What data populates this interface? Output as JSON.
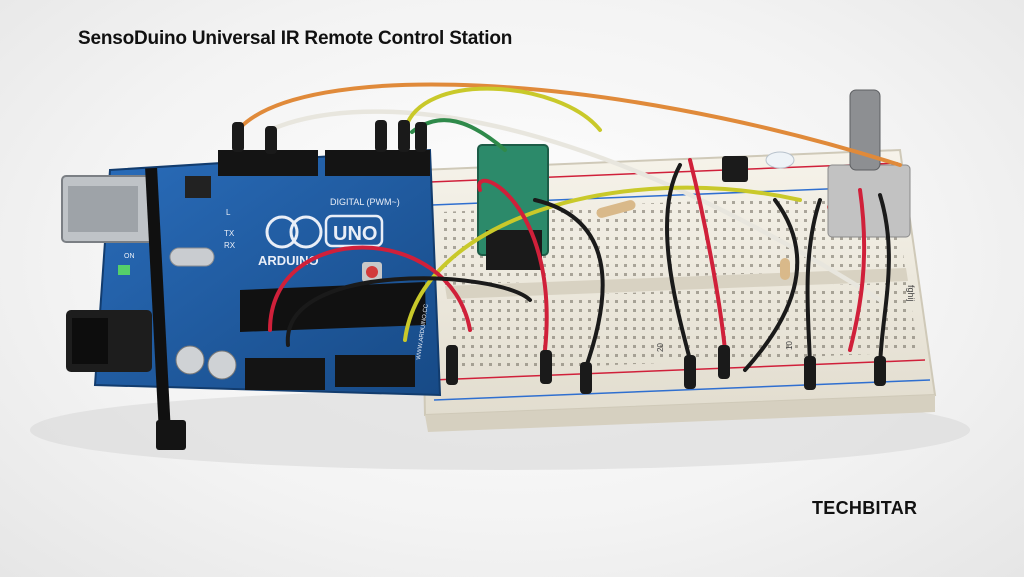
{
  "caption": {
    "title": "SensoDuino Universal IR Remote Control Station"
  },
  "brand": {
    "name_bold": "TECH",
    "name_rest": "BITAR"
  },
  "board": {
    "logo_text": "ARDUINO",
    "model_text": "UNO",
    "header_digital": "DIGITAL (PWM~)",
    "pin_tx": "TX",
    "pin_rx": "RX",
    "pin_l": "L",
    "label_on": "ON",
    "site_text": "WWW.ARDUINO.CC"
  },
  "breadboard": {
    "row_label_left": "20",
    "row_label_right": "10",
    "side_text": "fghij"
  },
  "colors": {
    "board_blue": "#1f5fa8",
    "breadboard": "#f1eee4",
    "wire_red": "#d0203a",
    "wire_black": "#1a1a1a",
    "wire_yellow": "#c9c92a",
    "wire_orange": "#e08a3a",
    "wire_white": "#e8e6de",
    "wire_green": "#2f8a4a"
  }
}
